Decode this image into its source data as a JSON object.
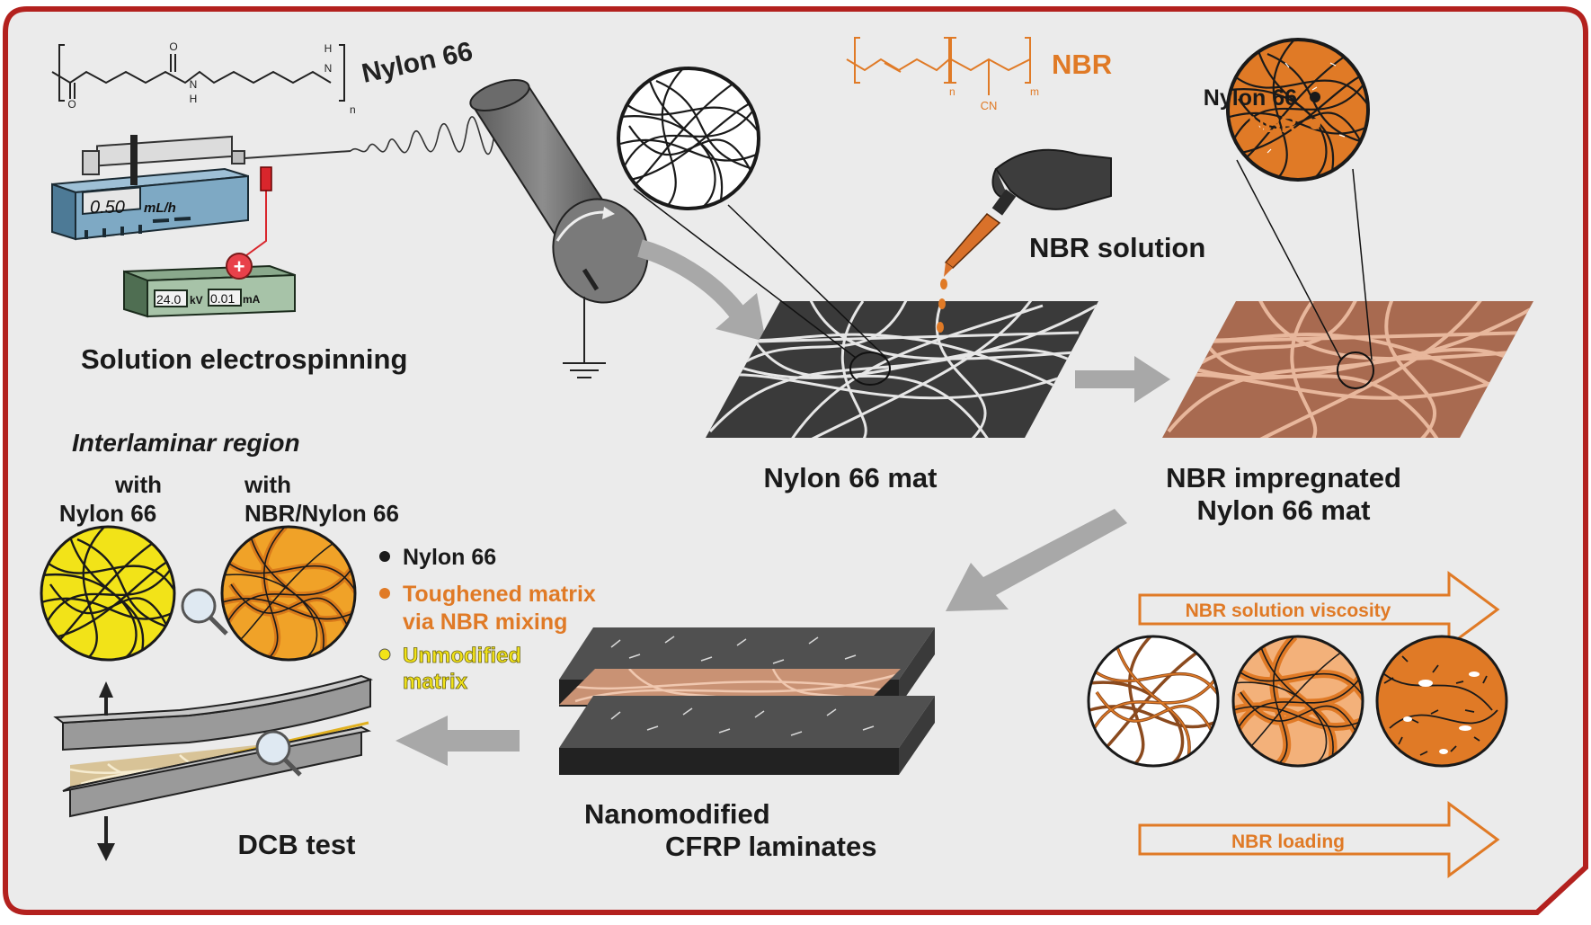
{
  "colors": {
    "frame": "#b3211e",
    "background": "#ebebeb",
    "nylon": "#1a1a1a",
    "nbr": "#e07a26",
    "unmodified": "#f2e318",
    "arrow_gray": "#a8a8a8",
    "tan_fiber": "#d9a58a"
  },
  "chem": {
    "nylon_name": "Nylon 66",
    "nylon_o": "O",
    "nylon_h1": "H",
    "nylon_h2": "H",
    "nylon_n_h": "N",
    "sub_n": "n",
    "nbr_name": "NBR",
    "nbr_cn": "CN",
    "nbr_sub_n": "n",
    "nbr_sub_m": "m"
  },
  "electrospinning": {
    "pump_readout": "0.50",
    "pump_unit": "mL/h",
    "voltage": "24.0",
    "voltage_unit": "kV",
    "current": "0.01",
    "current_unit": "mA",
    "plus": "+",
    "label": "Solution electrospinning"
  },
  "steps": {
    "nbr_solution": "NBR solution",
    "nylon_mat": "Nylon 66 mat",
    "impregnated_line1": "NBR impregnated",
    "impregnated_line2": "Nylon 66 mat",
    "laminates_line1": "Nanomodified",
    "laminates_line2": "CFRP laminates",
    "dcb": "DCB test"
  },
  "legend_top": {
    "nylon": "Nylon 66",
    "nbr": "NBR"
  },
  "interlaminar": {
    "title": "Interlaminar region",
    "col1_line1": "with",
    "col1_line2": "Nylon 66",
    "col2_line1": "with",
    "col2_line2": "NBR/Nylon 66"
  },
  "legend_bottom": {
    "nylon": "Nylon 66",
    "toughened_line1": "Toughened matrix",
    "toughened_line2": "via NBR mixing",
    "unmodified_line1": "Unmodified",
    "unmodified_line2": "matrix"
  },
  "trend": {
    "viscosity": "NBR solution viscosity",
    "loading": "NBR loading"
  }
}
